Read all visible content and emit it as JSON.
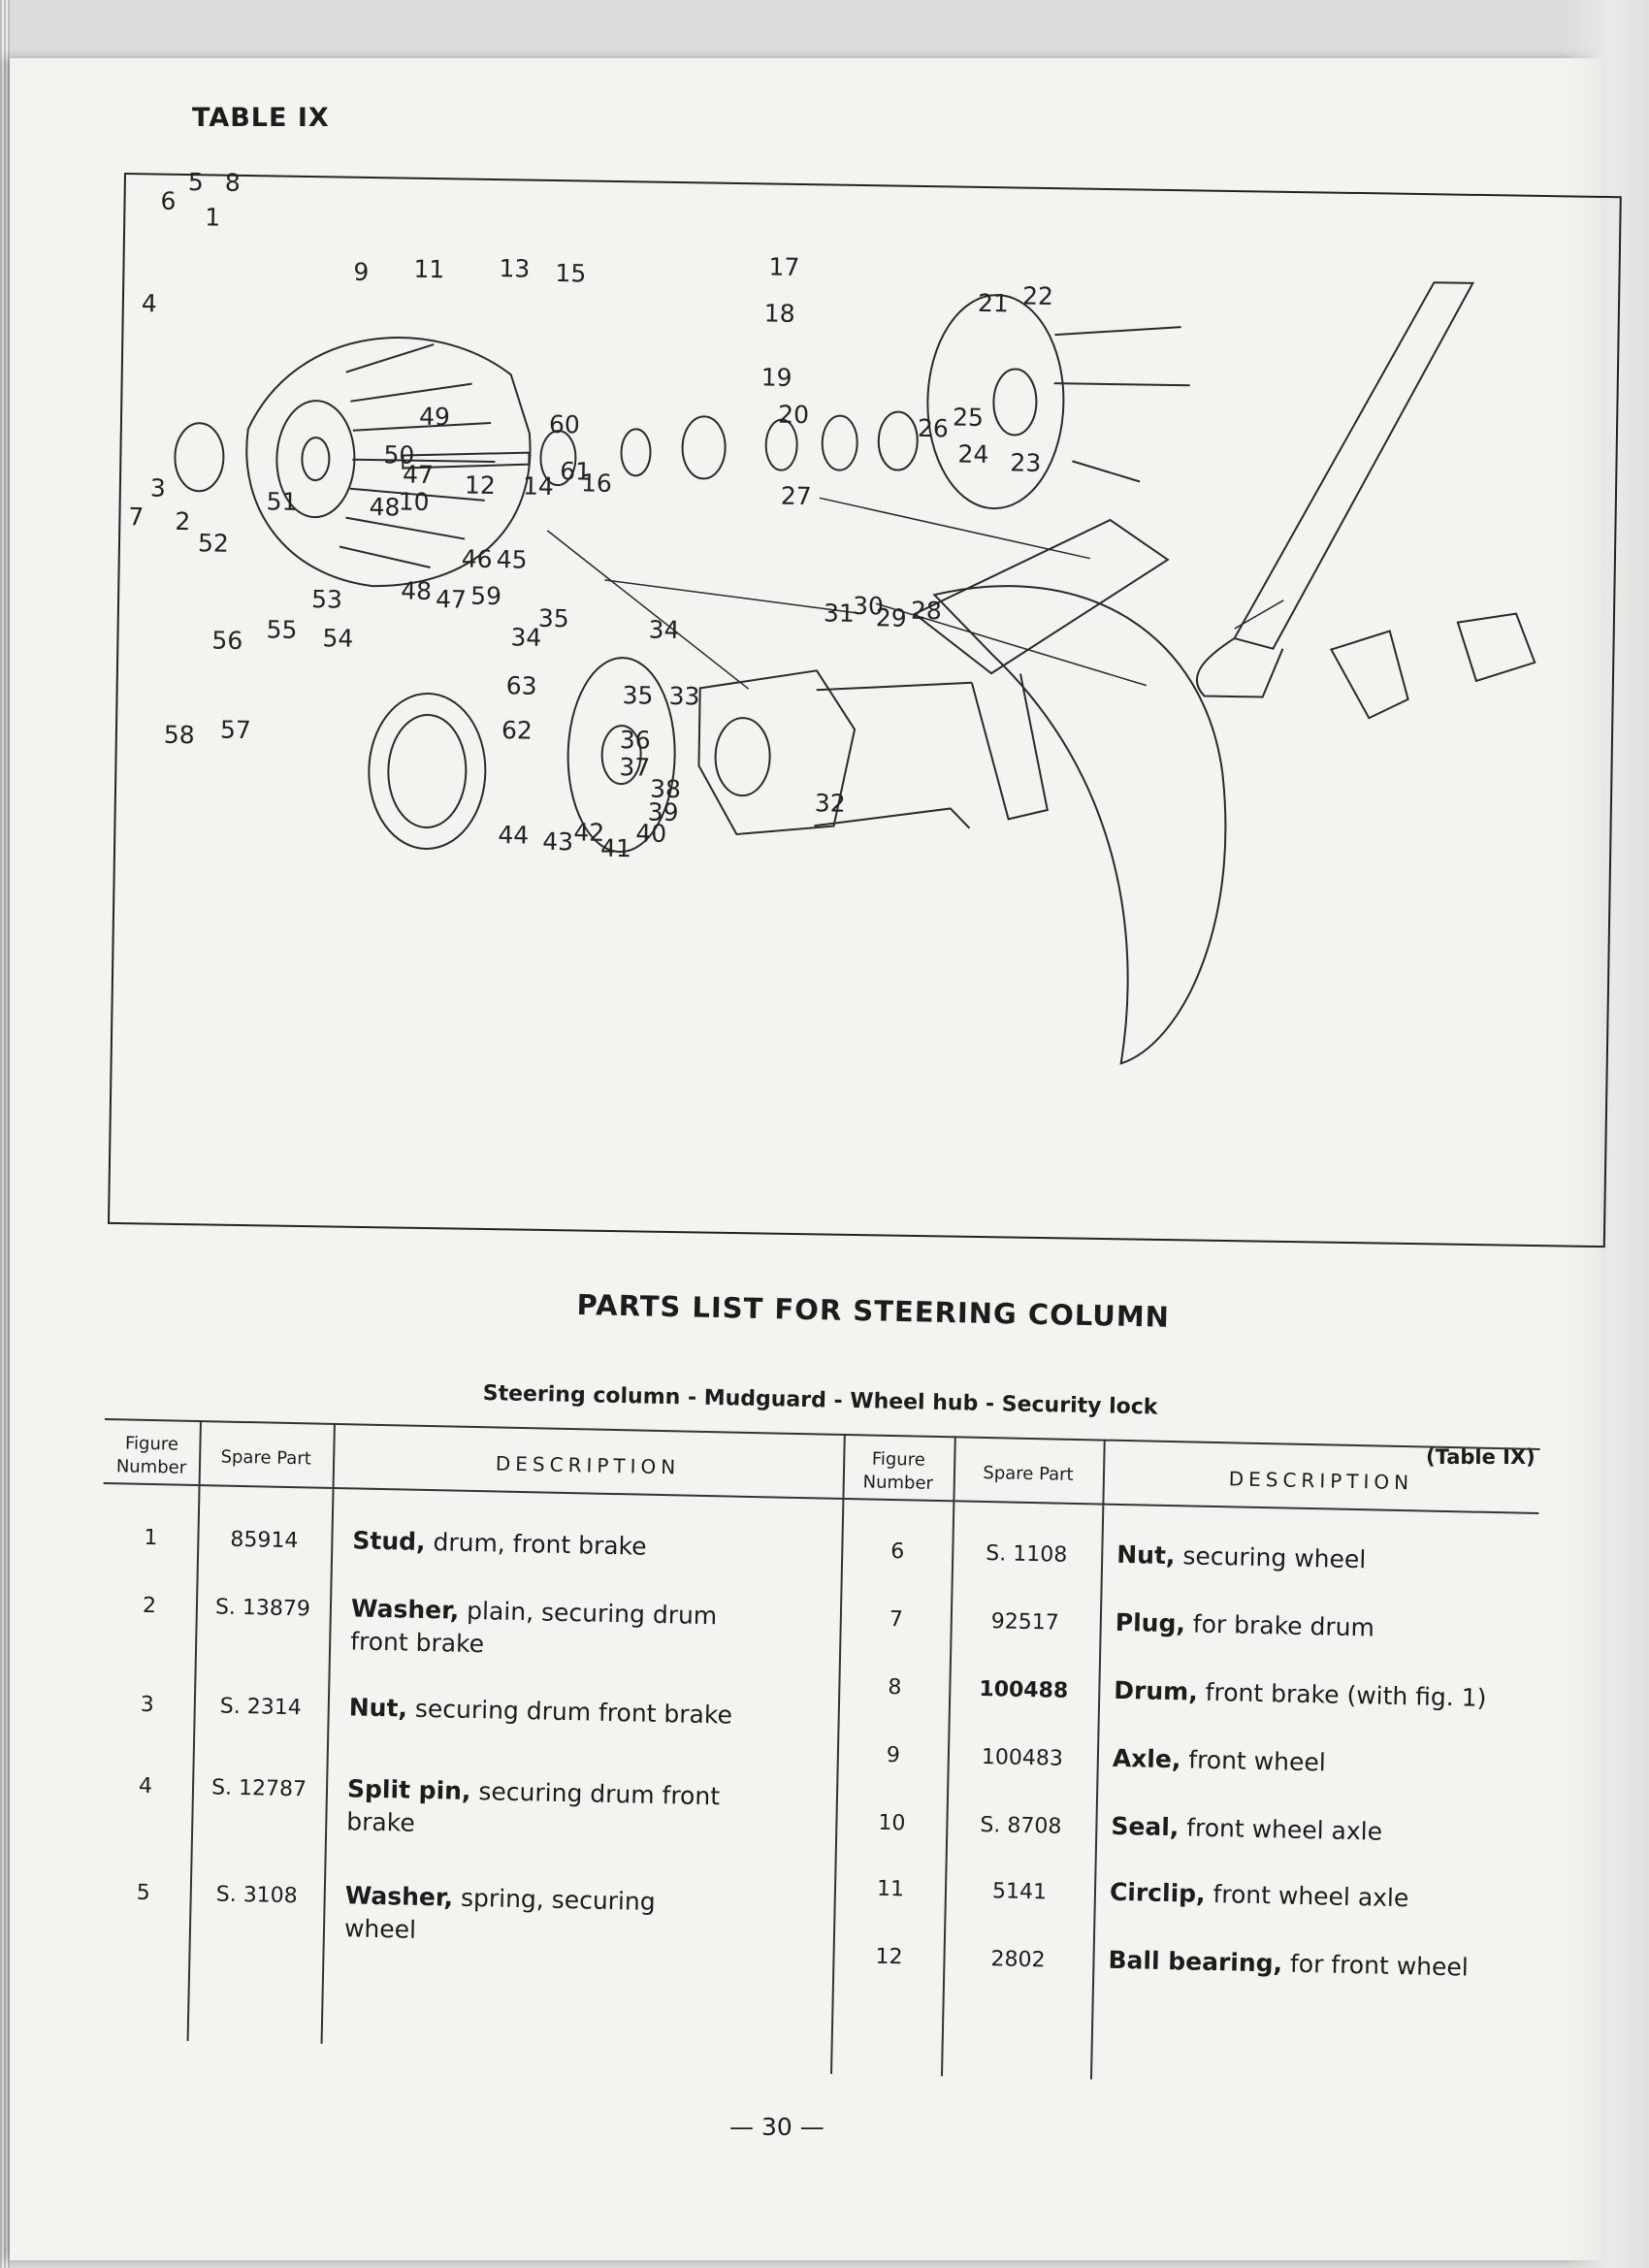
{
  "header": {
    "table_label": "TABLE IX"
  },
  "figure": {
    "callouts": [
      "1",
      "2",
      "3",
      "4",
      "5",
      "6",
      "7",
      "8",
      "9",
      "10",
      "11",
      "12",
      "13",
      "14",
      "15",
      "16",
      "17",
      "18",
      "19",
      "20",
      "21",
      "22",
      "23",
      "24",
      "25",
      "26",
      "27",
      "28",
      "29",
      "30",
      "31",
      "32",
      "33",
      "34",
      "34",
      "35",
      "35",
      "36",
      "37",
      "38",
      "39",
      "40",
      "41",
      "42",
      "43",
      "44",
      "45",
      "46",
      "47",
      "47",
      "48",
      "48",
      "49",
      "50",
      "51",
      "52",
      "53",
      "54",
      "55",
      "56",
      "57",
      "58",
      "59",
      "60",
      "61",
      "62",
      "63"
    ]
  },
  "parts_list": {
    "title": "PARTS LIST FOR STEERING COLUMN",
    "subtitle": "Steering column - Mudguard - Wheel hub - Security lock",
    "table_ref": "(Table IX)",
    "columns": {
      "figure_number": "Figure\nNumber",
      "spare_part": "Spare Part",
      "description": "DESCRIPTION"
    },
    "left_rows": [
      {
        "fig": "1",
        "part": "85914",
        "name": "Stud,",
        "detail": "drum, front brake"
      },
      {
        "fig": "2",
        "part": "S. 13879",
        "name": "Washer,",
        "detail": "plain, securing drum front brake"
      },
      {
        "fig": "3",
        "part": "S. 2314",
        "name": "Nut,",
        "detail": "securing drum front brake"
      },
      {
        "fig": "4",
        "part": "S. 12787",
        "name": "Split pin,",
        "detail": "securing drum front brake"
      },
      {
        "fig": "5",
        "part": "S. 3108",
        "name": "Washer,",
        "detail": "spring, securing wheel"
      }
    ],
    "right_rows": [
      {
        "fig": "6",
        "part": "S. 1108",
        "name": "Nut,",
        "detail": "securing wheel"
      },
      {
        "fig": "7",
        "part": "92517",
        "name": "Plug,",
        "detail": "for brake drum"
      },
      {
        "fig": "8",
        "part": "100488",
        "name": "Drum,",
        "detail": "front brake (with fig. 1)"
      },
      {
        "fig": "9",
        "part": "100483",
        "name": "Axle,",
        "detail": "front wheel"
      },
      {
        "fig": "10",
        "part": "S. 8708",
        "name": "Seal,",
        "detail": "front wheel axle"
      },
      {
        "fig": "11",
        "part": "5141",
        "name": "Circlip,",
        "detail": "front wheel axle"
      },
      {
        "fig": "12",
        "part": "2802",
        "name": "Ball bearing,",
        "detail": "for front wheel"
      }
    ]
  },
  "footer": {
    "page_number": "— 30 —"
  }
}
